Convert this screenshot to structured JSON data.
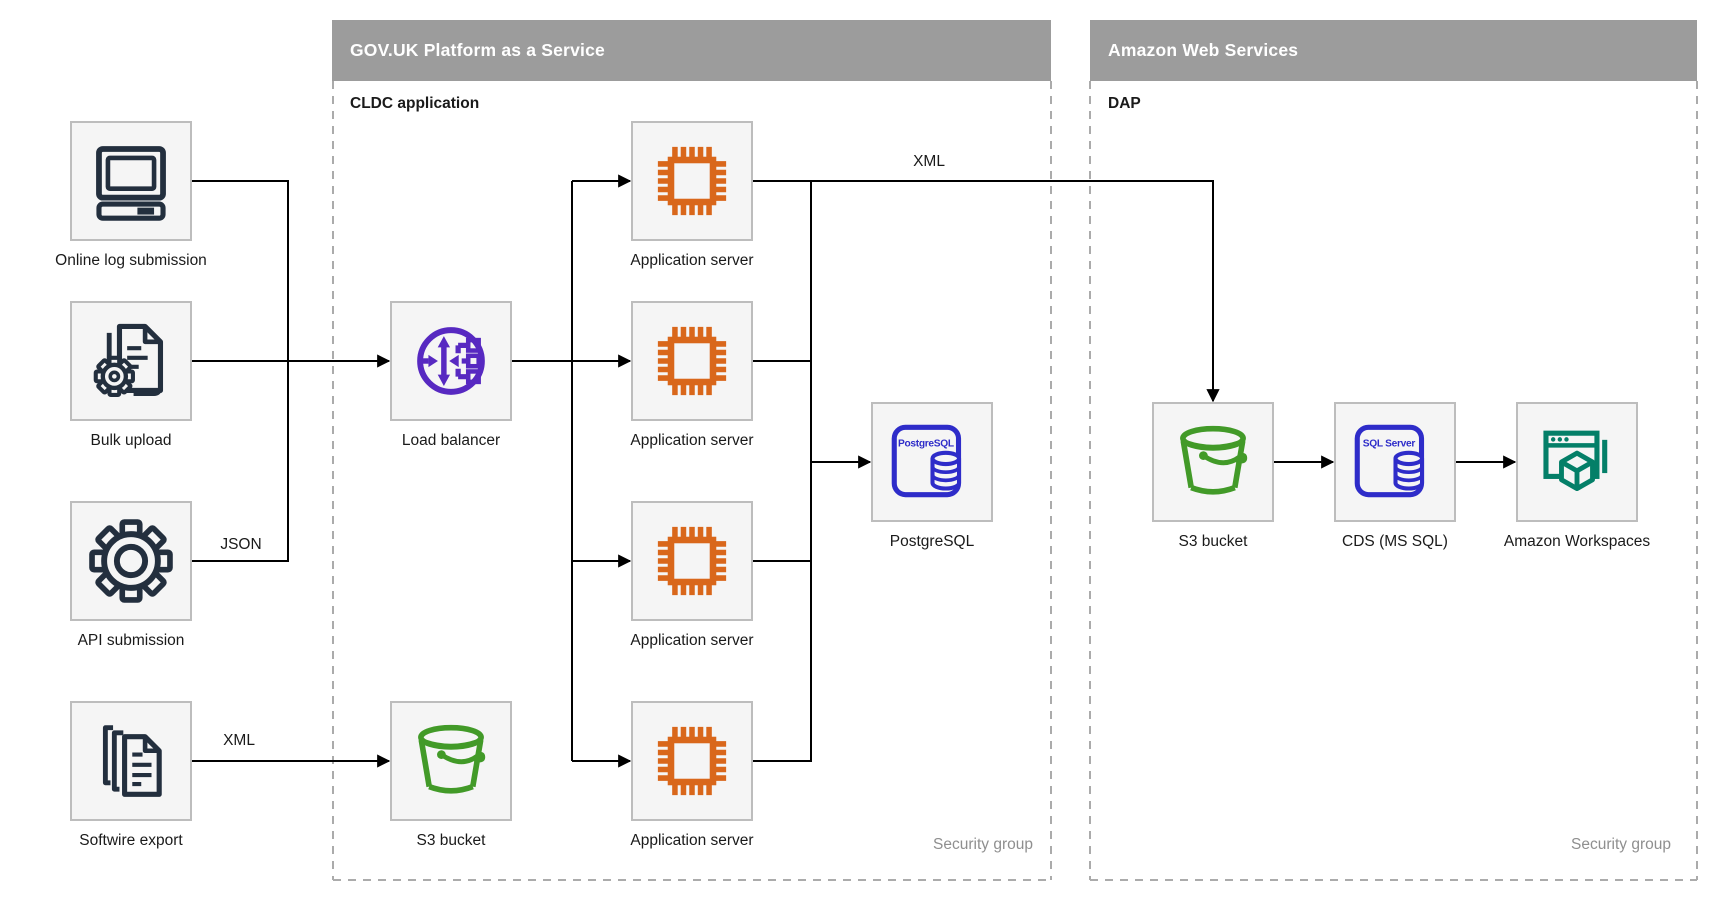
{
  "zones": {
    "paas": {
      "title": "GOV.UK Platform as a Service",
      "sublabel": "CLDC application",
      "footer": "Security group"
    },
    "aws": {
      "title": "Amazon Web Services",
      "sublabel": "DAP",
      "footer": "Security group"
    }
  },
  "nodes": [
    {
      "id": "online-log-submission",
      "label": "Online log submission",
      "icon": "computer-icon"
    },
    {
      "id": "bulk-upload",
      "label": "Bulk upload",
      "icon": "document-gear-icon"
    },
    {
      "id": "api-submission",
      "label": "API submission",
      "icon": "gear-icon"
    },
    {
      "id": "softwire-export",
      "label": "Softwire export",
      "icon": "documents-icon"
    },
    {
      "id": "load-balancer",
      "label": "Load balancer",
      "icon": "load-balancer-icon"
    },
    {
      "id": "app-server-1",
      "label": "Application server",
      "icon": "chip-icon"
    },
    {
      "id": "app-server-2",
      "label": "Application server",
      "icon": "chip-icon"
    },
    {
      "id": "app-server-3",
      "label": "Application server",
      "icon": "chip-icon"
    },
    {
      "id": "app-server-4",
      "label": "Application server",
      "icon": "chip-icon"
    },
    {
      "id": "s3-bucket-paas",
      "label": "S3 bucket",
      "icon": "s3-bucket-icon"
    },
    {
      "id": "postgresql",
      "label": "PostgreSQL",
      "icon": "database-card-icon",
      "icon_text": "PostgreSQL"
    },
    {
      "id": "s3-bucket-aws",
      "label": "S3 bucket",
      "icon": "s3-bucket-icon"
    },
    {
      "id": "cds-mssql",
      "label": "CDS (MS SQL)",
      "icon": "database-card-icon",
      "icon_text": "SQL Server"
    },
    {
      "id": "amazon-workspaces",
      "label": "Amazon Workspaces",
      "icon": "workspaces-icon"
    }
  ],
  "edge_labels": {
    "api_to_app": "JSON",
    "softwire_to_s3": "XML",
    "app_to_aws": "XML"
  },
  "colors": {
    "canvas_bg": "#ffffff",
    "node_fill": "#f5f5f5",
    "node_border": "#bdbdbd",
    "zone_header_bg": "#9c9c9c",
    "zone_header_text": "#ffffff",
    "zone_border": "#ababab",
    "footer_text": "#8f8f8f",
    "label_text": "#1a1a1a",
    "connector": "#000000",
    "icon_dark": "#232f3e",
    "icon_purple": "#5729c1",
    "icon_orange": "#d9671b",
    "icon_green": "#429a28",
    "icon_indigo": "#2e2cc9",
    "icon_teal": "#047f68"
  }
}
